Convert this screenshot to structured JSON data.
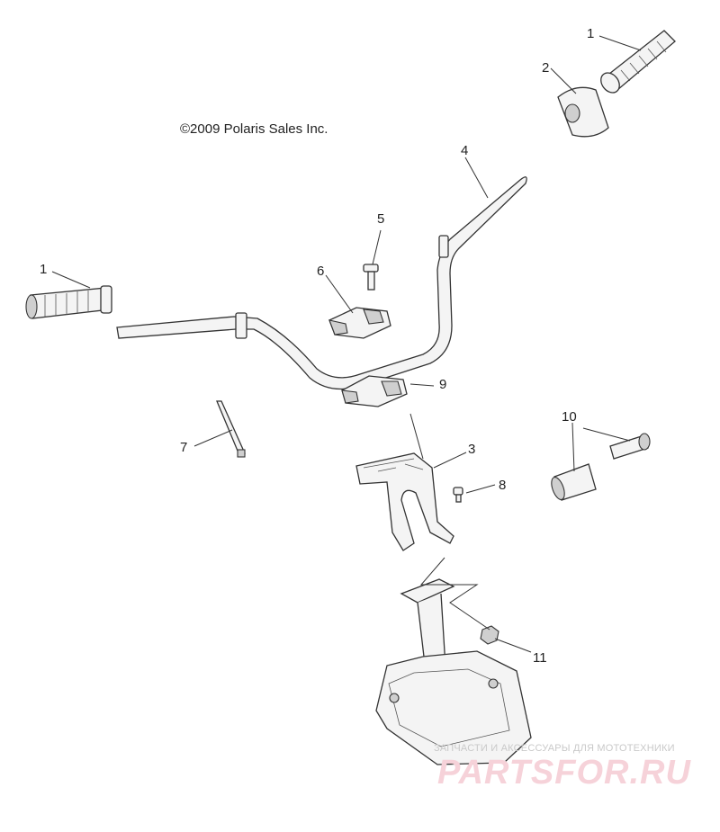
{
  "copyright": "©2009 Polaris Sales Inc.",
  "callouts": {
    "grip_right": "1",
    "grip_left": "1",
    "handlebar_pad": "2",
    "riser_bracket": "3",
    "handlebar": "4",
    "bolt": "5",
    "clamp_top": "6",
    "cable_tie": "7",
    "screw": "8",
    "clamp_bottom": "9",
    "bar_end": "10",
    "nut": "11"
  },
  "watermark": {
    "small": "ЗАПЧАСТИ И АКСЕССУАРЫ ДЛЯ МОТОТЕХНИКИ",
    "big": "PARTSFOR.RU"
  }
}
